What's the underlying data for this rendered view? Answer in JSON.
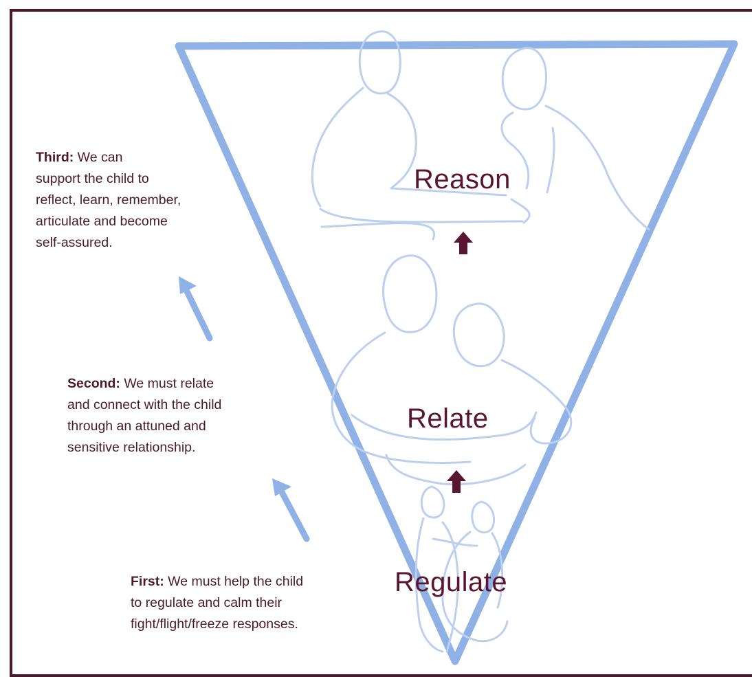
{
  "colors": {
    "frame": "#4a1a2c",
    "triangle": "#8fb1e6",
    "figure_lines": "#bcd0ee",
    "stage_text": "#5a1630",
    "up_arrow_dark": "#5a1630",
    "up_arrow_light": "#8fb1e6"
  },
  "stages": {
    "reason": "Reason",
    "relate": "Relate",
    "regulate": "Regulate"
  },
  "steps": {
    "third": {
      "lead": "Third:",
      "text": " We can\nsupport the child to\nreflect, learn, remember,\narticulate and become\nself-assured."
    },
    "second": {
      "lead": "Second:",
      "text": " We must relate\nand connect with the child\nthrough an attuned and\nsensitive relationship."
    },
    "first": {
      "lead": "First:",
      "text": " We must help the child\nto regulate and calm their\nfight/flight/freeze responses."
    }
  },
  "icons": {
    "stage_arrows": "up-arrow-icon",
    "progress_arrows": "diagonal-up-arrow-icon"
  }
}
